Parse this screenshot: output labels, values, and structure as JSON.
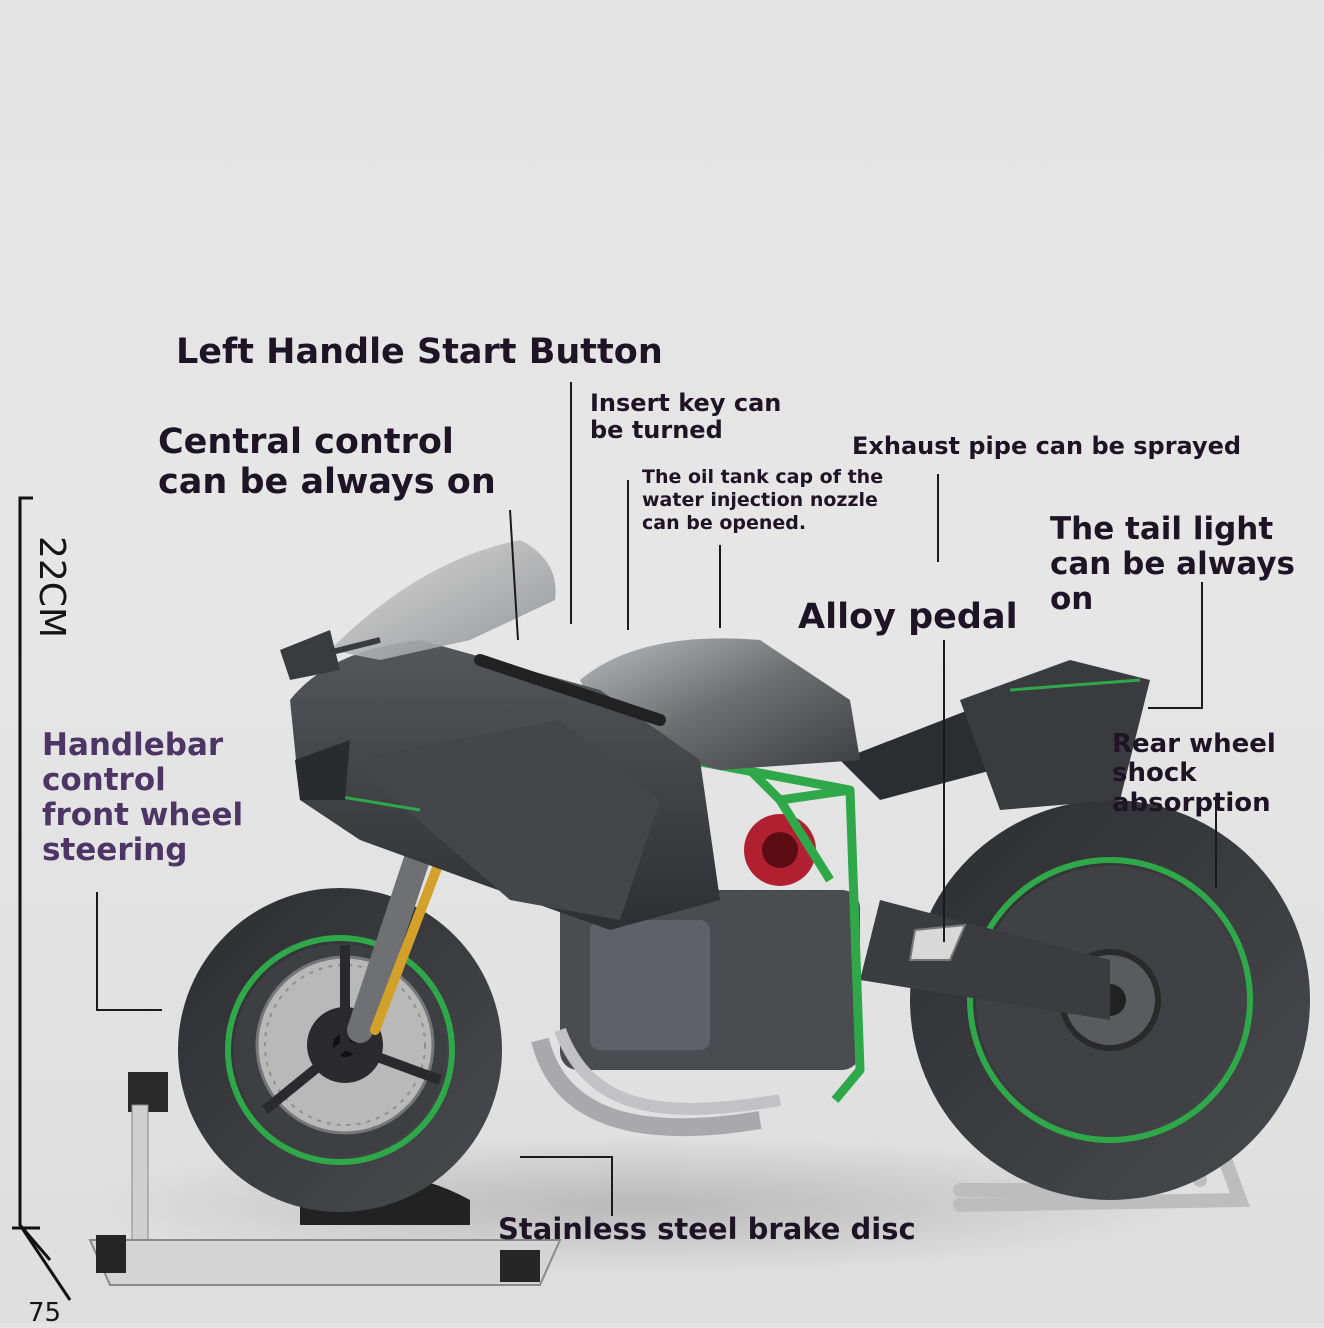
{
  "product": {
    "dimensions": {
      "height": "22CM",
      "length": "75"
    }
  },
  "callouts": {
    "left_handle_start_button": "Left Handle Start Button",
    "central_control": "Central control\ncan be always on",
    "insert_key": "Insert key can\nbe turned",
    "oil_tank_cap": "The oil tank cap of the\nwater injection nozzle\ncan be opened.",
    "exhaust_pipe": "Exhaust pipe can be sprayed",
    "tail_light": "The tail light\ncan be always\non",
    "alloy_pedal": "Alloy pedal",
    "rear_wheel_shock": "Rear wheel\nshock\nabsorption",
    "handlebar_control": "Handlebar\ncontrol\nfront wheel\nsteering",
    "brake_disc": "Stainless steel brake disc"
  },
  "colors": {
    "accent_green": "#2fa84a",
    "body_dark": "#3a3b3e",
    "label_dark": "#1f1426",
    "label_purple": "#4d3566",
    "stand_silver": "#c2c2c2"
  }
}
